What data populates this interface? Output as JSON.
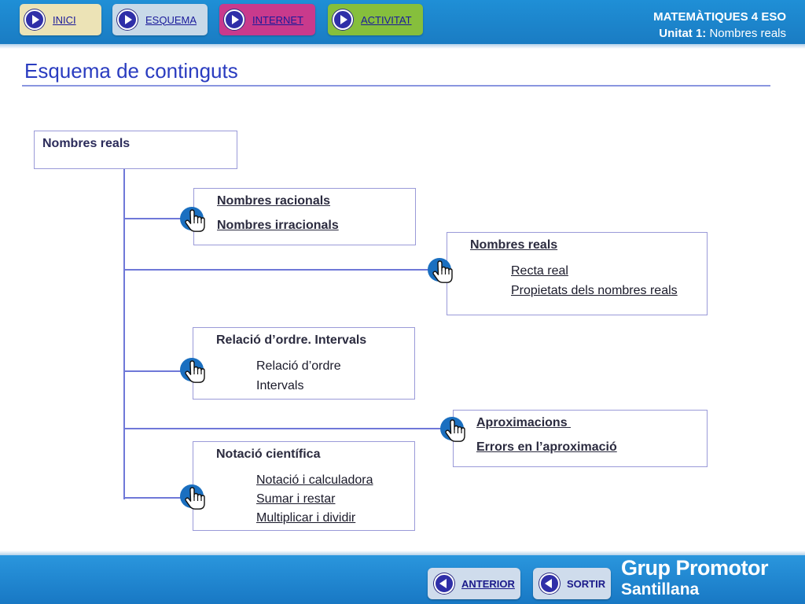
{
  "nav": {
    "inici": "INICI",
    "esquema": "ESQUEMA",
    "internet": "INTERNET",
    "activitat": "ACTIVITAT"
  },
  "course": {
    "title": "MATEMÀTIQUES 4 ESO",
    "unit_label": "Unitat 1:",
    "unit_name": "Nombres reals"
  },
  "page_title": "Esquema de continguts",
  "root": {
    "label": "Nombres reals"
  },
  "box_racionals": {
    "items": [
      "Nombres racionals",
      "Nombres irracionals"
    ]
  },
  "box_reals": {
    "head": "Nombres reals",
    "items": [
      "Recta real",
      "Propietats dels nombres reals"
    ]
  },
  "box_ordre": {
    "head": "Relació d’ordre. Intervals",
    "items": [
      "Relació d’ordre",
      "Intervals"
    ]
  },
  "box_aprox": {
    "items": [
      "Aproximacions ",
      "Errors en l’aproximació"
    ]
  },
  "box_notacio": {
    "head": "Notació científica",
    "items": [
      "Notació i calculadora",
      "Sumar i restar",
      "Multiplicar i dividir"
    ]
  },
  "footer": {
    "anterior": "ANTERIOR",
    "sortir": "SORTIR",
    "brand_line1": "Grup Promotor",
    "brand_line2": "Santillana"
  },
  "icons": {
    "hand": "hand-pointer-icon",
    "play": "play-icon",
    "back": "back-arrow-icon"
  },
  "colors": {
    "header_blue": "#1a7cc3",
    "title_blue": "#2a3cc0",
    "connector": "#6f78d8",
    "hand_blue": "#1a6fc0"
  }
}
